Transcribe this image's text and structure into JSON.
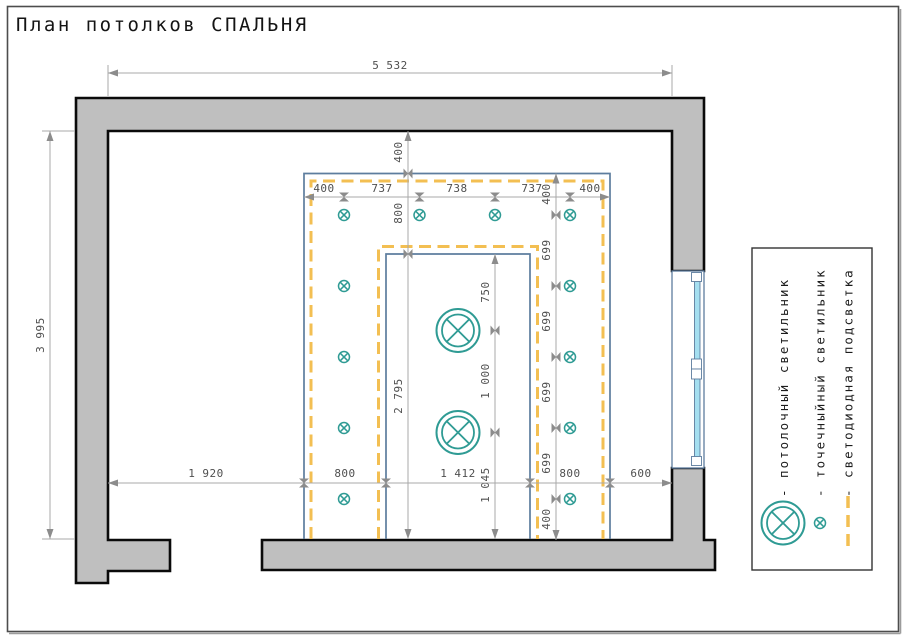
{
  "title": "План потолков СПАЛЬНЯ",
  "colors": {
    "wall_fill": "#bfbfbf",
    "ceiling_edge": "#5d7d9e",
    "led_strip": "#f3bf52",
    "light_teal": "#2f9b94",
    "dimension_gray": "#a9a9a9",
    "window_glass": "#a5dff0"
  },
  "dimensions": {
    "total_width": "5 532",
    "total_height": "3 995",
    "top_chain": [
      "400",
      "737",
      "738",
      "737",
      "400"
    ],
    "center_chain": [
      "400",
      "800",
      "2 795"
    ],
    "right_chain": [
      "400",
      "699",
      "699",
      "699",
      "699",
      "400"
    ],
    "niche_chain": [
      "750",
      "1 000",
      "1 045"
    ],
    "bottom_chain": [
      "1 920",
      "800",
      "1 412",
      "800",
      "600"
    ]
  },
  "legend": {
    "items": [
      {
        "label": "- потолочный светильник",
        "symbol": "ceiling-light-icon"
      },
      {
        "label": "- точечныйный светильник",
        "symbol": "spot-light-icon"
      },
      {
        "label": "- светодиодная подсветка",
        "symbol": "led-strip-icon"
      }
    ]
  }
}
